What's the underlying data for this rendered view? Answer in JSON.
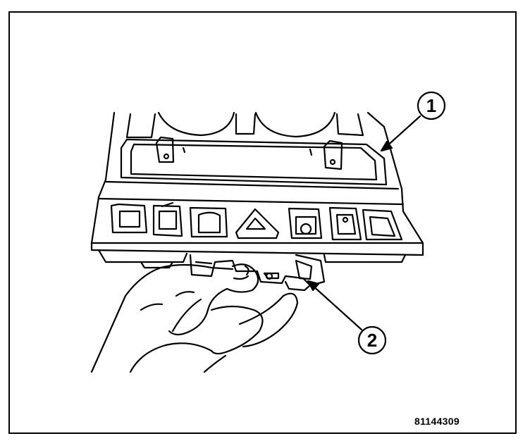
{
  "callouts": [
    {
      "label": "1"
    },
    {
      "label": "2"
    }
  ],
  "figure_code": "81144309",
  "colors": {
    "ink": "#000000",
    "paper": "#ffffff"
  }
}
